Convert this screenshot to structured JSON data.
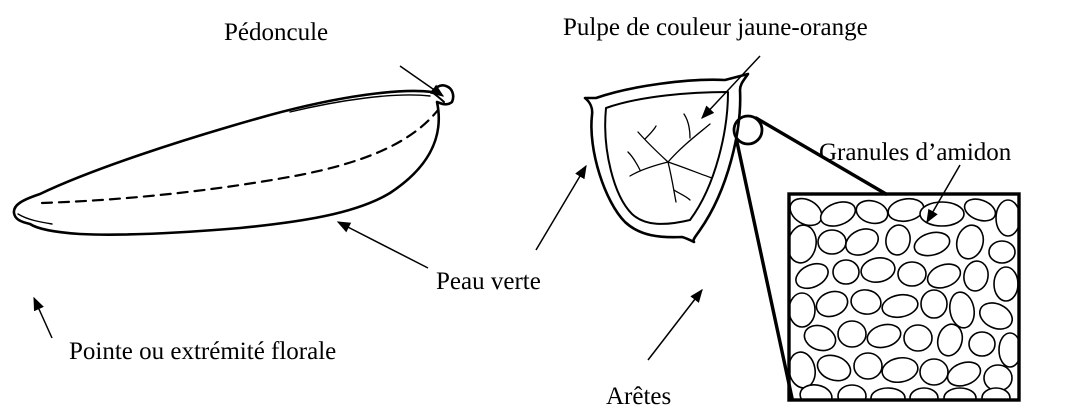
{
  "labels": {
    "peduncle": "Pédoncule",
    "pulp": "Pulpe de couleur jaune-orange",
    "starch": "Granules d’amidon",
    "skin": "Peau verte",
    "tip": "Pointe ou extrémité florale",
    "ridges": "Arêtes"
  },
  "colors": {
    "ink": "#000000",
    "background": "#ffffff"
  }
}
